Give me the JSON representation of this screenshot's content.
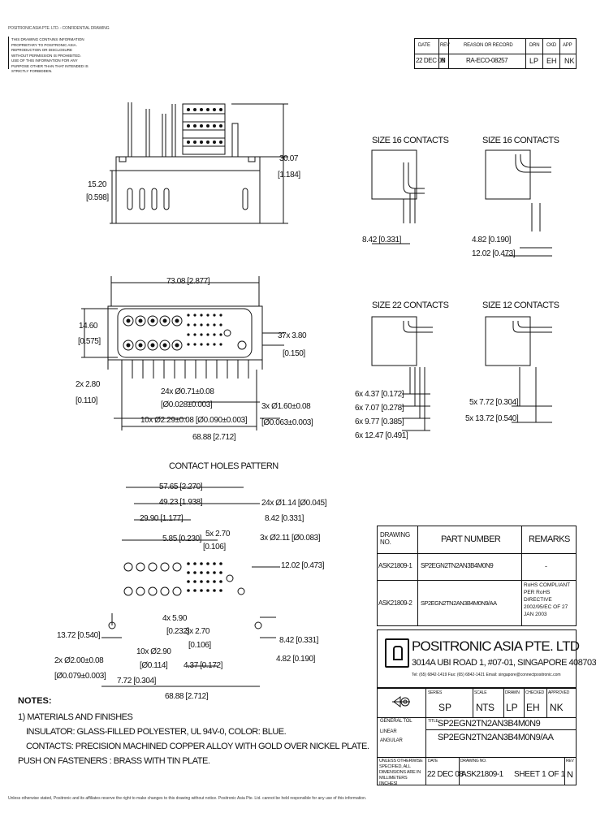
{
  "header_note_left": "POSITRONIC ASIA PTE. LTD. - CONFIDENTIAL DRAWING",
  "top_notice": "THIS DRAWING CONTAINS INFORMATION PROPRIETARY TO POSITRONIC ASIA. REPRODUCTION OR DISCLOSURE WITHOUT PERMISSION IS PROHIBITED. USE OF THIS INFORMATION FOR ANY PURPOSE OTHER THAN THAT INTENDED IS STRICTLY FORBIDDEN.",
  "revision_table": {
    "headers": [
      "DATE",
      "REV",
      "REASON OR RECORD",
      "DRN",
      "CKD",
      "APP"
    ],
    "row": [
      "22 DEC 08",
      "N",
      "RA-ECO-08257",
      "LP",
      "EH",
      "NK"
    ]
  },
  "side_view": {
    "height": "30.07",
    "height_in": "[1.184]",
    "pin_height": "15.20",
    "pin_height_in": "[0.598]"
  },
  "front_view": {
    "width": "73.08 [2.877]",
    "height": "14.60",
    "height_in": "[0.575]",
    "pins_a": "2x 2.80",
    "pins_a_in": "[0.110]",
    "right_h": "37x 3.80",
    "right_h_in": "[0.150]",
    "contacts_24": "24x Ø0.71±0.08",
    "contacts_24_in": "[Ø0.028±0.003]",
    "holes_3x": "3x Ø1.60±0.08",
    "holes_3x_in": "[Ø0.063±0.003]",
    "holes_10x": "10x Ø2.29±0.08 [Ø0.090±0.003]",
    "overall": "68.88 [2.712]"
  },
  "contact_views": [
    {
      "label": "SIZE 16 CONTACTS",
      "dims": [
        "8.42 [0.331]"
      ]
    },
    {
      "label": "SIZE 16 CONTACTS",
      "dims": [
        "4.82 [0.190]",
        "12.02 [0.473]"
      ]
    },
    {
      "label": "SIZE 22 CONTACTS",
      "dims": [
        "6x 4.37 [0.172]",
        "6x 7.07 [0.278]",
        "6x 9.77 [0.385]",
        "6x 12.47 [0.491]"
      ]
    },
    {
      "label": "SIZE 12 CONTACTS",
      "dims": [
        "5x 7.72 [0.304]",
        "5x 13.72 [0.540]"
      ]
    }
  ],
  "hole_pattern": {
    "title": "CONTACT HOLES PATTERN",
    "d1": "57.65 [2.270]",
    "d2": "49.23 [1.938]",
    "d3": "29.90 [1.177]",
    "d4": "5.85 [0.230]",
    "d5": "5x 2.70",
    "d5b": "[0.106]",
    "d6": "24x Ø1.14 [Ø0.045]",
    "d7": "8.42 [0.331]",
    "d8": "3x Ø2.11 [Ø0.083]",
    "d9": "12.02 [0.473]",
    "d10": "4x 5.90",
    "d10b": "[0.232]",
    "d11": "3x 2.70",
    "d11b": "[0.106]",
    "d12": "10x Ø2.90",
    "d12b": "[Ø0.114]",
    "d13": "4.37 [0.172]",
    "d14": "8.42 [0.331]",
    "d15": "4.82 [0.190]",
    "d16": "13.72 [0.540]",
    "d17": "2x Ø2.00±0.08",
    "d17b": "[Ø0.079±0.003]",
    "d18": "7.72 [0.304]",
    "d19": "68.88 [2.712]"
  },
  "notes": {
    "title": "NOTES:",
    "line1": "1) MATERIALS AND FINISHES",
    "line2": "INSULATOR: GLASS-FILLED POLYESTER, UL 94V-0, COLOR: BLUE.",
    "line3": "CONTACTS: PRECISION MACHINED COPPER ALLOY WITH GOLD OVER NICKEL PLATE.",
    "line4": "PUSH ON FASTENERS : BRASS WITH TIN PLATE."
  },
  "parts_table": {
    "headers": [
      "DRAWING NO.",
      "PART NUMBER",
      "REMARKS"
    ],
    "rows": [
      {
        "drawing": "ASK21809-1",
        "part": "SP2EGN2TN2AN3B4M0N9",
        "remarks": "-"
      },
      {
        "drawing": "ASK21809-2",
        "part": "SP2EGN2TN2AN3B4M0N9/AA",
        "remarks": "RoHS COMPLIANT PER RoHS DIRECTIVE 2002/95/EC OF 27 JAN 2003"
      }
    ]
  },
  "company": {
    "name": "POSITRONIC ASIA PTE. LTD",
    "address": "3014A UBI ROAD 1, #07-01, SINGAPORE 408703",
    "contact": "Tel: (65) 6842-1419   Fax: (65) 6842-1421   Email: singapore@connectpositronic.com"
  },
  "title_block": {
    "series_label": "SERIES",
    "series": "SP",
    "scale_label": "SCALE",
    "scale": "NTS",
    "drawn_label": "DRAWN",
    "drawn": "LP",
    "checked_label": "CHECKED",
    "checked": "EH",
    "approved_label": "APPROVED",
    "approved": "NK",
    "general_tol": "GENERAL TOL",
    "linear": "LINEAR",
    "angular": "ANGULAR",
    "title_label": "TITLE",
    "title1": "SP2EGN2TN2AN3B4M0N9",
    "title2": "SP2EGN2TN2AN3B4M0N9/AA",
    "unless": "UNLESS OTHERWISE SPECIFIED, ALL DIMENSIONS ARE IN MILLIMETERS [INCHES]",
    "date_label": "DATE",
    "date": "22 DEC 08",
    "drawing_no_label": "DRAWING NO.",
    "drawing_no": "ASK21809-1",
    "sheet": "SHEET 1 OF 1",
    "rev_label": "REV",
    "rev": "N"
  },
  "footer": "Unless otherwise stated, Positronic and its affiliates reserve the right to make changes to this drawing without notice. Positronic Asia Pte. Ltd. cannot be held responsible for any use of this information."
}
